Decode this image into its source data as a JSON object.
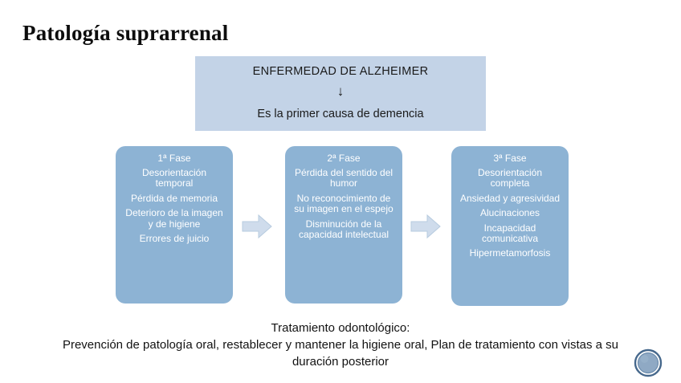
{
  "slide": {
    "title": "Patología suprarrenal",
    "background_color": "#ffffff"
  },
  "header": {
    "title": "ENFERMEDAD DE ALZHEIMER",
    "arrow_glyph": "↓",
    "subtitle": "Es la primer causa de demencia",
    "background_color": "#c3d3e7",
    "text_color": "#1a1a1a"
  },
  "phases": {
    "box_color": "#8db3d4",
    "text_color": "#ffffff",
    "items": [
      {
        "heading": "1ª Fase",
        "lines": [
          "Desorientación temporal",
          "Pérdida de memoria",
          "Deterioro de la imagen y de higiene",
          "Errores de juicio"
        ]
      },
      {
        "heading": "2ª Fase",
        "lines": [
          "Pérdida del sentido del humor",
          "No reconocimiento de su imagen en el espejo",
          "Disminución de la capacidad intelectual"
        ]
      },
      {
        "heading": "3ª Fase",
        "lines": [
          "Desorientación completa",
          "Ansiedad y agresividad",
          "Alucinaciones",
          "Incapacidad comunicativa",
          "Hipermetamorfosis"
        ]
      }
    ]
  },
  "arrows": {
    "icon_name": "right-block-arrow-icon",
    "fill_color": "#cfdcec",
    "stroke_color": "#b4c9df",
    "count": 2
  },
  "footer": {
    "line1": "Tratamiento odontológico:",
    "line2": "Prevención de patología oral, restablecer y mantener la higiene oral, Plan de tratamiento con vistas a su",
    "line3": "duración posterior",
    "text_color": "#121212"
  },
  "logo": {
    "icon_name": "circle-logo-icon",
    "outer_color": "#5a7fa6",
    "inner_color": "#8fa9c4"
  }
}
